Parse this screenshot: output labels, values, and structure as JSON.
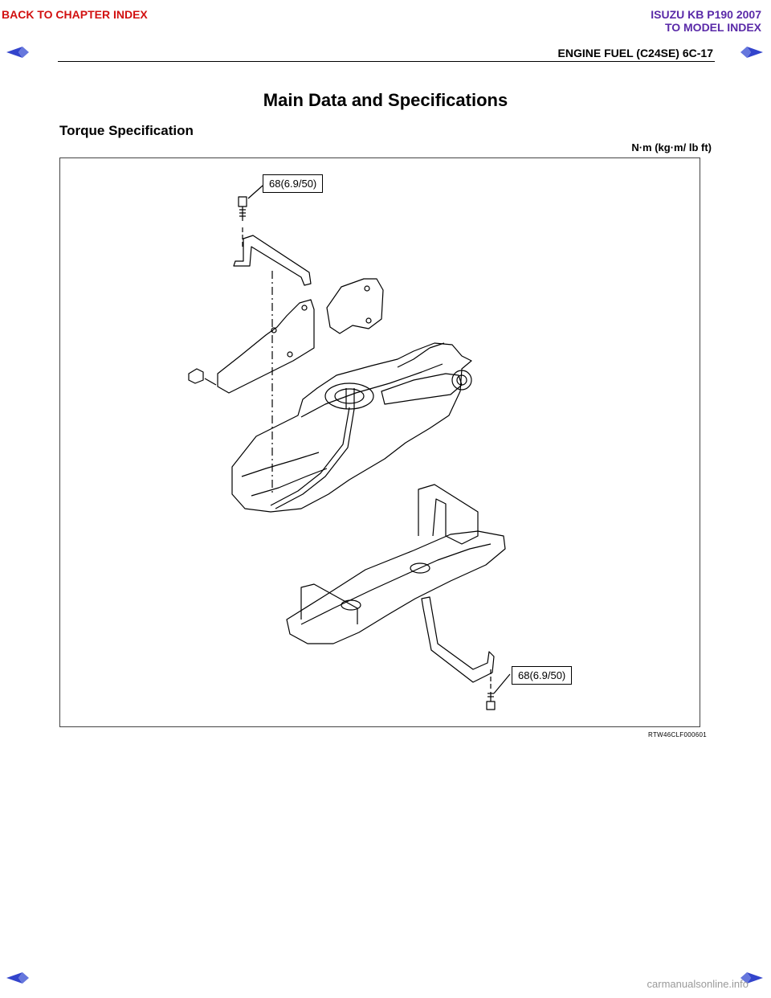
{
  "nav": {
    "back_chapter": "BACK TO CHAPTER INDEX",
    "model_title": "ISUZU KB P190 2007",
    "to_model_index": "TO MODEL INDEX",
    "arrow_color": "#3344cc"
  },
  "header": {
    "section": "ENGINE FUEL (C24SE)  6C-17"
  },
  "page": {
    "title": "Main Data and Specifications",
    "subtitle": "Torque Specification",
    "units": "N·m (kg·m/ lb ft)"
  },
  "figure": {
    "callouts": [
      {
        "label": "68(6.9/50)"
      },
      {
        "label": "68(6.9/50)"
      }
    ],
    "figure_id": "RTW46CLF000601"
  },
  "footer": {
    "watermark": "carmanualsonline.info"
  }
}
